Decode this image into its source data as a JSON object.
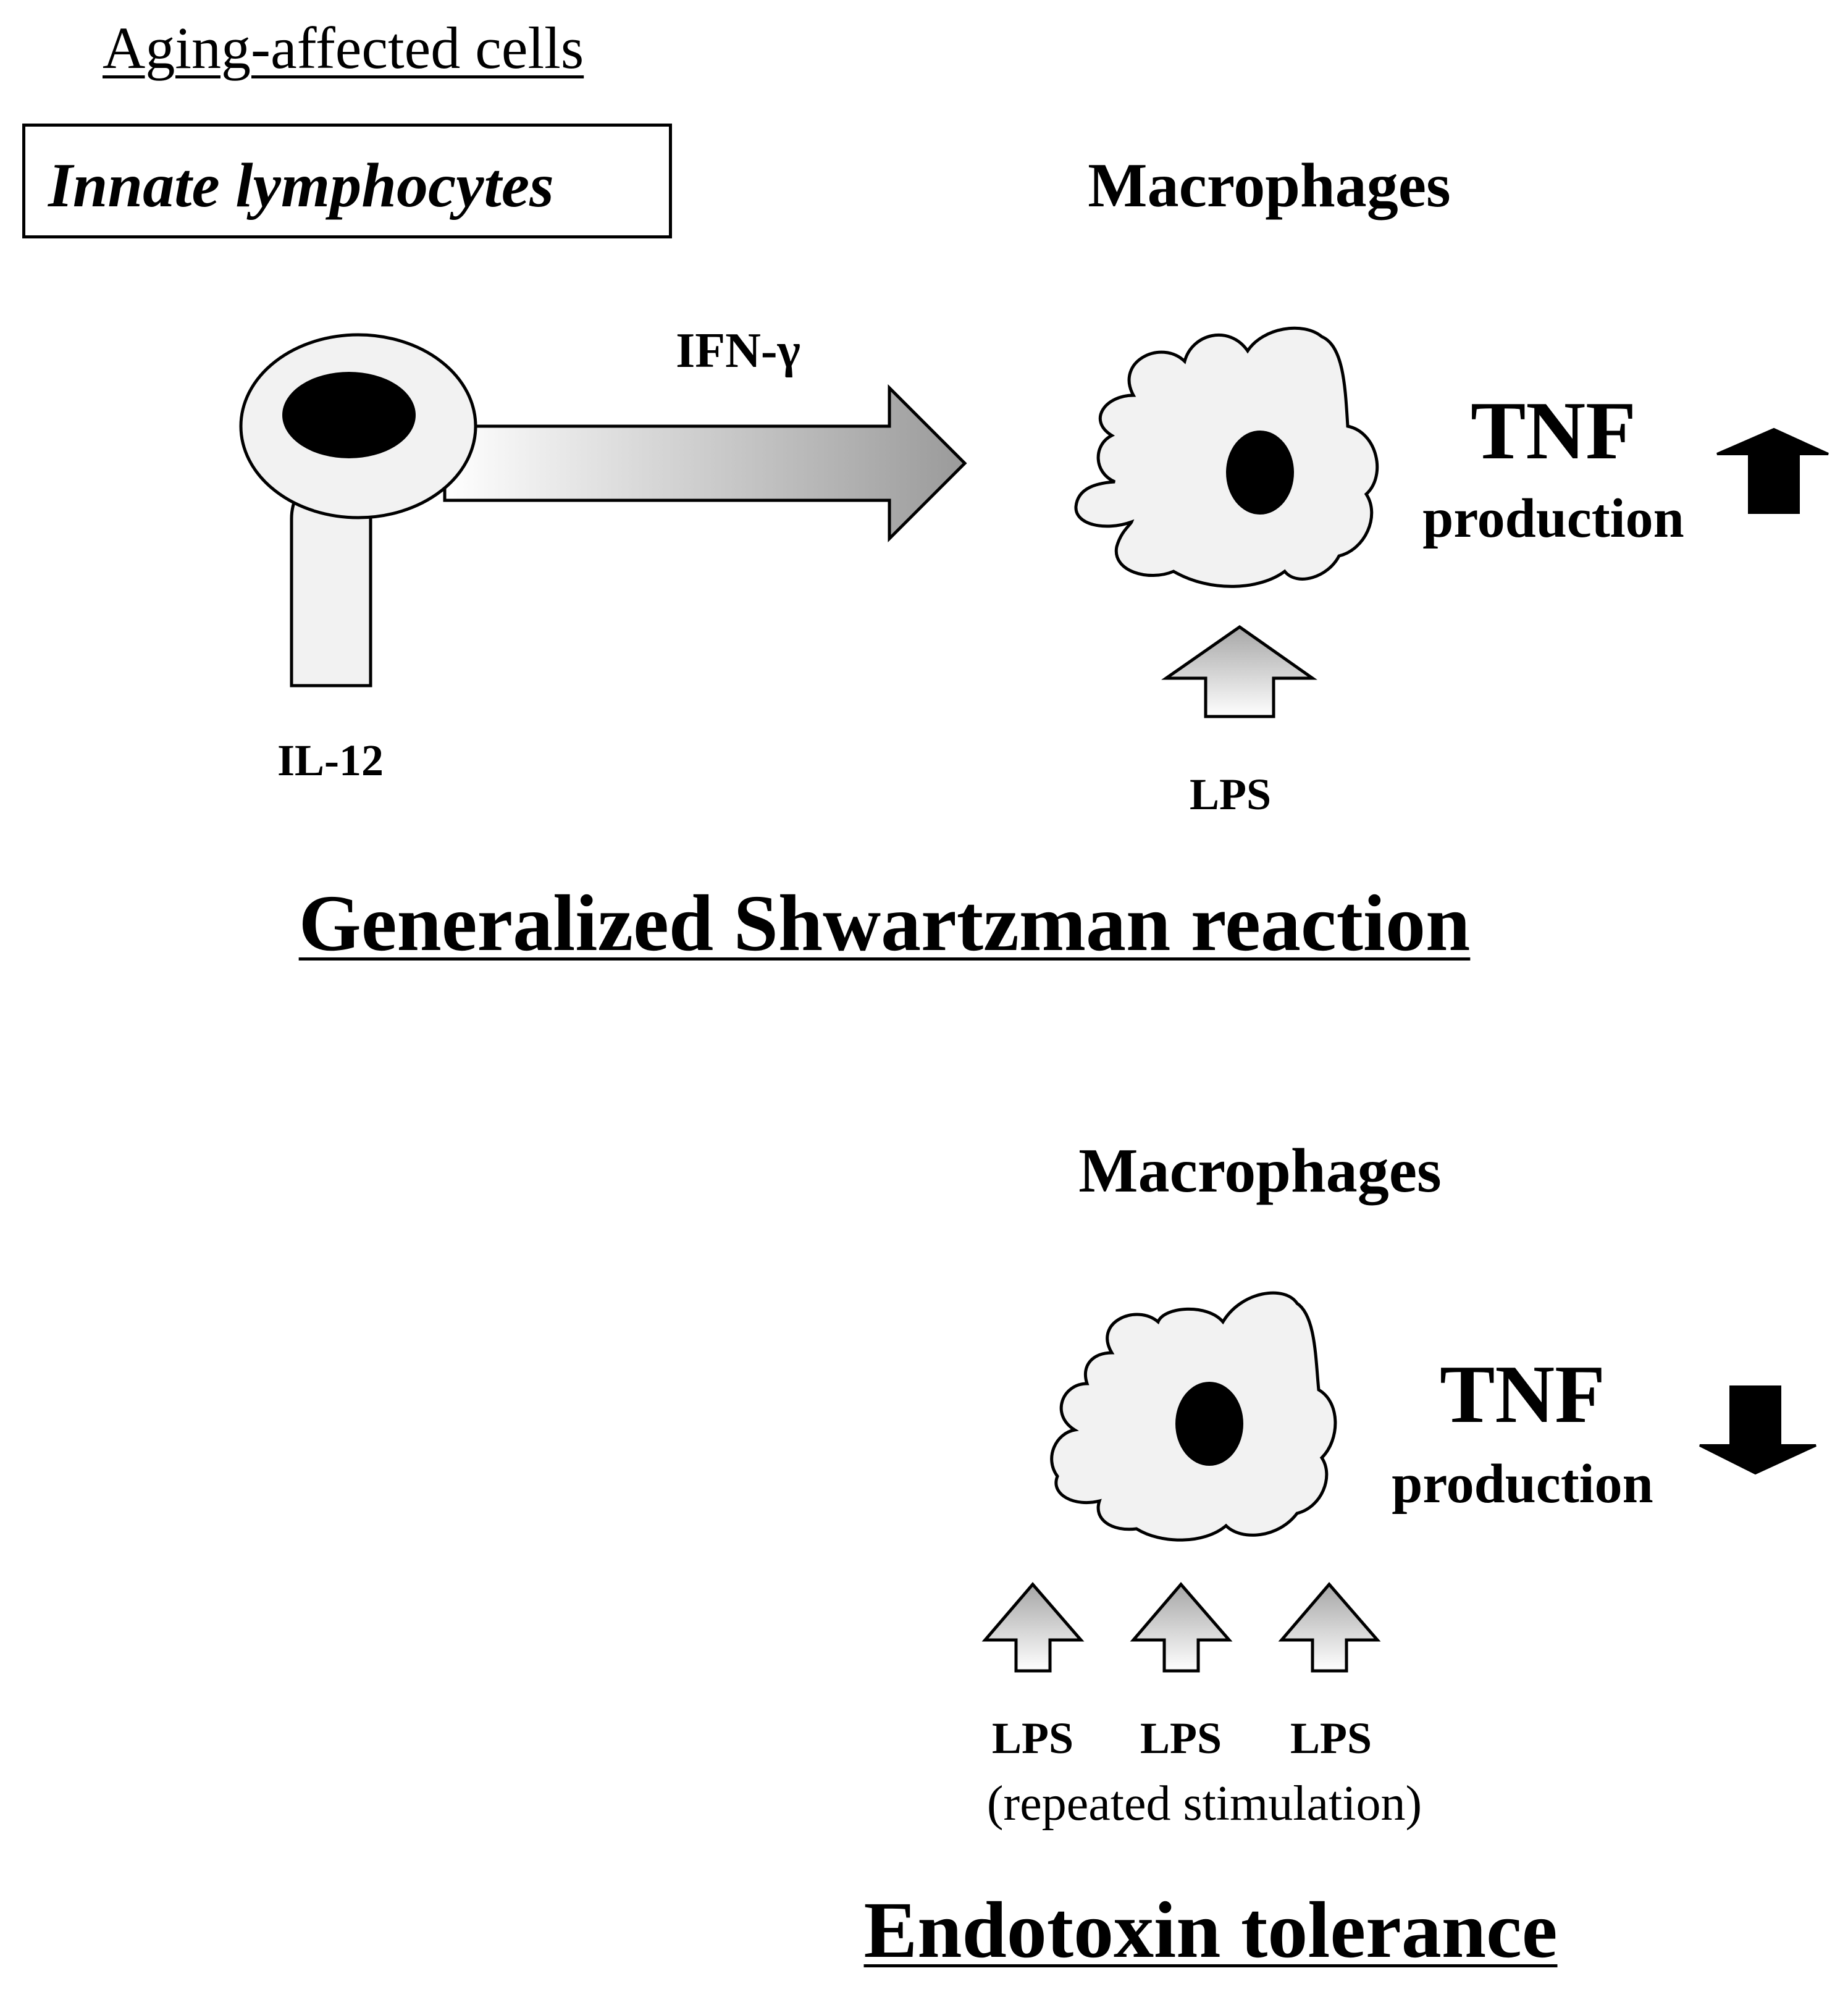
{
  "header": {
    "section_label": "Aging-affected cells",
    "box_title": "Innate lymphocytes"
  },
  "top_panel": {
    "macrophages_label": "Macrophages",
    "cytokine_label": "IFN-γ",
    "stimulus_label": "IL-12",
    "lps_label": "LPS",
    "tnf_label": "TNF",
    "production_label": "production",
    "tnf_trend": "up",
    "title": "Generalized Shwartzman reaction"
  },
  "bottom_panel": {
    "macrophages_label": "Macrophages",
    "lps_labels": [
      "LPS",
      "LPS",
      "LPS"
    ],
    "repeated_note": "(repeated stimulation)",
    "tnf_label": "TNF",
    "production_label": "production",
    "tnf_trend": "down",
    "title": "Endotoxin tolerance"
  },
  "colors": {
    "cell_fill": "#f2f2f2",
    "nucleus": "#000000",
    "arrow_gradient_dark": "#9a9a9a",
    "arrow_gradient_light": "#ffffff",
    "trend_arrow": "#000000"
  }
}
